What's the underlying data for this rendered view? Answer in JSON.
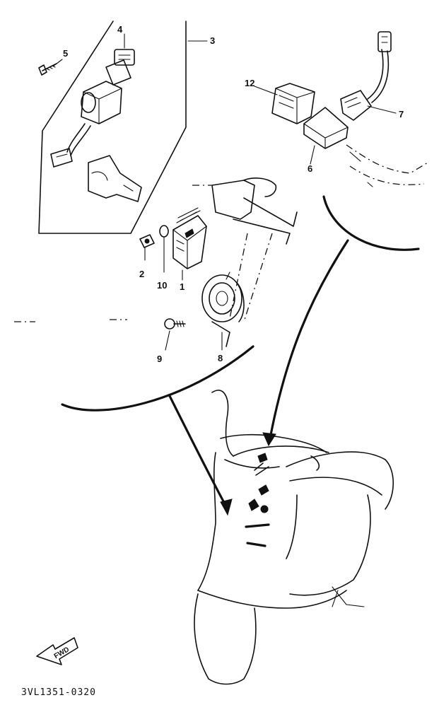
{
  "callouts": {
    "c1": "1",
    "c2": "2",
    "c3": "3",
    "c4": "4",
    "c5": "5",
    "c6": "6",
    "c7": "7",
    "c8": "8",
    "c9": "9",
    "c10": "10",
    "c12": "12"
  },
  "fwd_label": "FWD",
  "reference_code": "3VL1351-0320"
}
